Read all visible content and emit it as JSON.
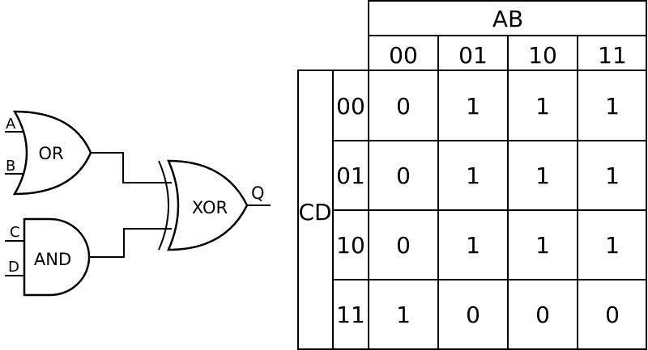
{
  "circuit": {
    "inputs": {
      "a": "A",
      "b": "B",
      "c": "C",
      "d": "D"
    },
    "gates": {
      "or": "OR",
      "and": "AND",
      "xor": "XOR"
    },
    "output": "Q"
  },
  "kmap": {
    "row_var": "CD",
    "col_var": "AB",
    "col_labels": [
      "00",
      "01",
      "10",
      "11"
    ],
    "row_labels": [
      "00",
      "01",
      "10",
      "11"
    ],
    "cells": [
      [
        "0",
        "1",
        "1",
        "1"
      ],
      [
        "0",
        "1",
        "1",
        "1"
      ],
      [
        "0",
        "1",
        "1",
        "1"
      ],
      [
        "1",
        "0",
        "0",
        "0"
      ]
    ]
  }
}
